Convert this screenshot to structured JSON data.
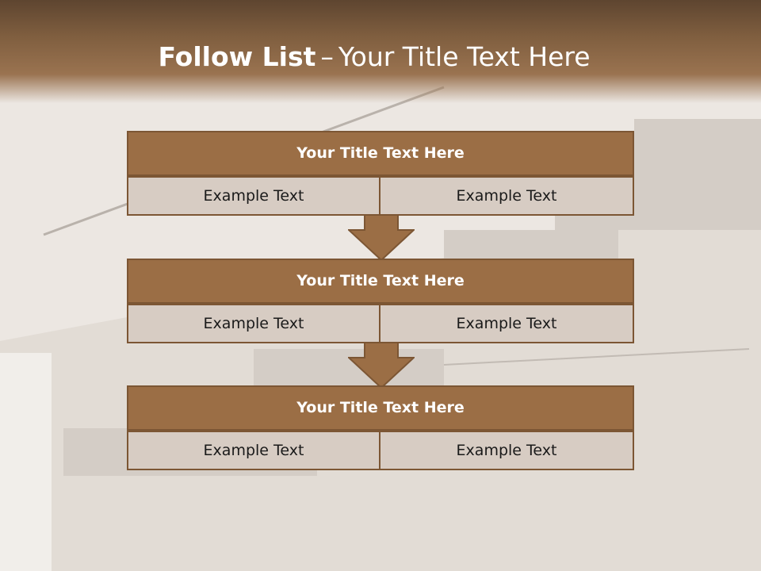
{
  "slide": {
    "title_bold": "Follow List",
    "title_dash": "–",
    "title_rest": "Your Title Text Here"
  },
  "colors": {
    "header_brown": "#9b6e45",
    "title_box": "#9b6e45",
    "cell_fill": "#d7ccc3",
    "border": "#7c5634",
    "arrow": "#9b6e45"
  },
  "steps": [
    {
      "title": "Your Title Text Here",
      "left": "Example Text",
      "right": "Example Text"
    },
    {
      "title": "Your Title Text Here",
      "left": "Example Text",
      "right": "Example Text"
    },
    {
      "title": "Your Title Text Here",
      "left": "Example Text",
      "right": "Example Text"
    }
  ],
  "icons": {
    "connector": "down-arrow-icon"
  }
}
